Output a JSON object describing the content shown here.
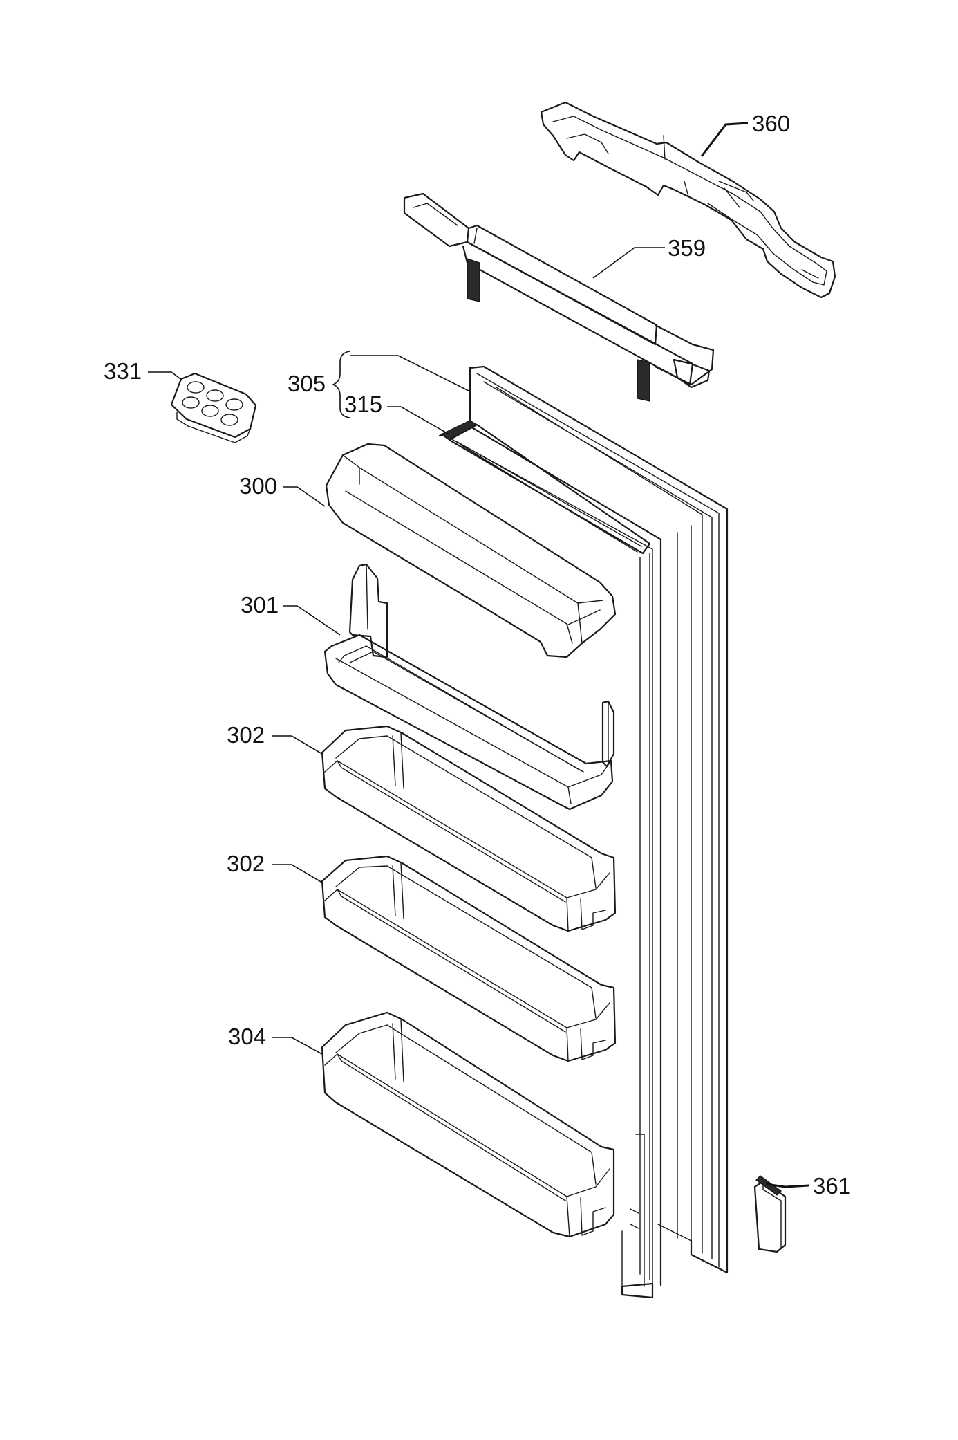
{
  "callouts": {
    "p360": "360",
    "p359": "359",
    "p331": "331",
    "p305": "305",
    "p315": "315",
    "p300": "300",
    "p301": "301",
    "p302a": "302",
    "p302b": "302",
    "p304": "304",
    "p361": "361"
  }
}
